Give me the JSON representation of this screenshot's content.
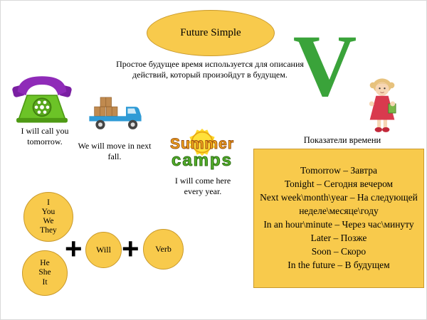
{
  "colors": {
    "accent_yellow": "#f8ca4c",
    "check_green": "#3aa33a",
    "phone_green": "#6cc327",
    "handset_purple": "#8f2bb8",
    "truck_blue": "#2f9bd6"
  },
  "header": {
    "title": "Future Simple",
    "description": "Простое будущее время используется для описания действий, который произойдут в будущем."
  },
  "check": {
    "label": "V"
  },
  "examples": {
    "phone": {
      "icon": "rotary-telephone",
      "caption": "I will call you tomorrow."
    },
    "truck": {
      "icon": "moving-truck-with-boxes",
      "caption": "We will move in next fall."
    },
    "camp": {
      "icon": "summer-camps-logo",
      "logo_top": "Summer",
      "logo_bottom": "camps",
      "caption": "I will come here every year."
    }
  },
  "time_markers": {
    "heading": "Показатели времени",
    "items": [
      "Tomorrow – Завтра",
      "Tonight – Сегодня вечером",
      "Next week\\month\\year – На следующей неделе\\месяце\\году",
      "In an hour\\minute – Через час\\минуту",
      "Later – Позже",
      "Soon – Скоро",
      "In the future – В будущем"
    ]
  },
  "formula": {
    "subjects1": "I\nYou\nWe\nThey",
    "subjects2": "He\nShe\nIt",
    "plus": "+",
    "will": "Will",
    "verb": "Verb"
  }
}
